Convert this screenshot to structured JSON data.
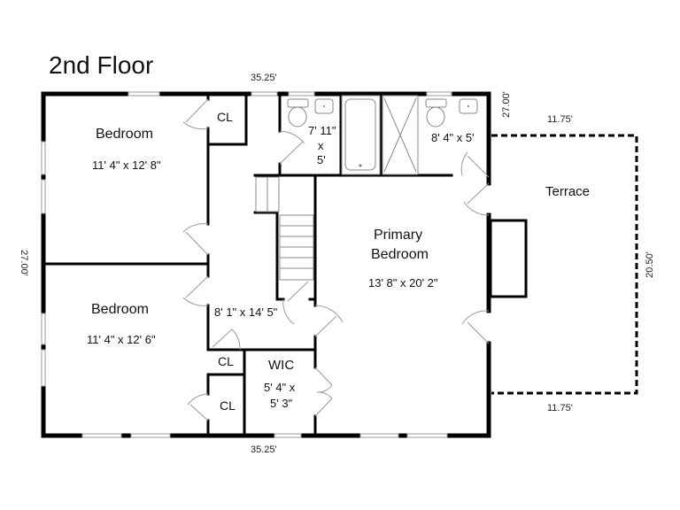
{
  "title": "2nd Floor",
  "measurements": {
    "top_width": "35.25'",
    "bottom_width": "35.25'",
    "left_depth": "27.00'",
    "right_depth": "27.00'",
    "terrace_top": "11.75'",
    "terrace_bottom": "11.75'",
    "terrace_depth": "20.50'"
  },
  "rooms": {
    "bedroom_1": {
      "name": "Bedroom",
      "size": "11' 4\" x 12' 8\""
    },
    "bedroom_2": {
      "name": "Bedroom",
      "size": "11' 4\" x 12' 6\""
    },
    "closet_1": {
      "name": "CL"
    },
    "closet_2": {
      "name": "CL"
    },
    "closet_3": {
      "name": "CL"
    },
    "hall": {
      "size": "8' 1\" x 14' 5\""
    },
    "bath_1": {
      "size_line1": "7' 11\"",
      "size_line2": "x",
      "size_line3": "5'"
    },
    "bath_2": {
      "size": "8' 4\" x 5'"
    },
    "primary_bedroom": {
      "name_line1": "Primary",
      "name_line2": "Bedroom",
      "size": "13' 8\" x 20' 2\""
    },
    "wic": {
      "name": "WIC",
      "size_line1": "5' 4\" x",
      "size_line2": "5' 3\""
    },
    "terrace": {
      "name": "Terrace"
    }
  }
}
